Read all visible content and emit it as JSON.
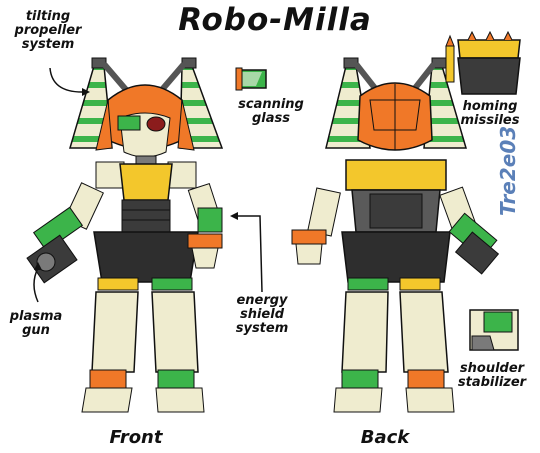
{
  "title": "Robo-Milla",
  "views": {
    "front": "Front",
    "back": "Back"
  },
  "callouts": {
    "propeller": [
      "tilting",
      "propeller",
      "system"
    ],
    "glass": [
      "scanning",
      "glass"
    ],
    "missiles": [
      "homing",
      "missiles"
    ],
    "shield": [
      "energy",
      "shield",
      "system"
    ],
    "gun": [
      "plasma",
      "gun"
    ],
    "stabilizer": [
      "shoulder",
      "stabilizer"
    ]
  },
  "artist_signature": "Tre2e03",
  "colors": {
    "orange": "#f07828",
    "green": "#3cb44a",
    "yellow": "#f3c72c",
    "cream": "#efeccf",
    "dark_gray": "#3b3b3b",
    "mid_gray": "#7a7a7a",
    "signature": "#5b80b8"
  }
}
